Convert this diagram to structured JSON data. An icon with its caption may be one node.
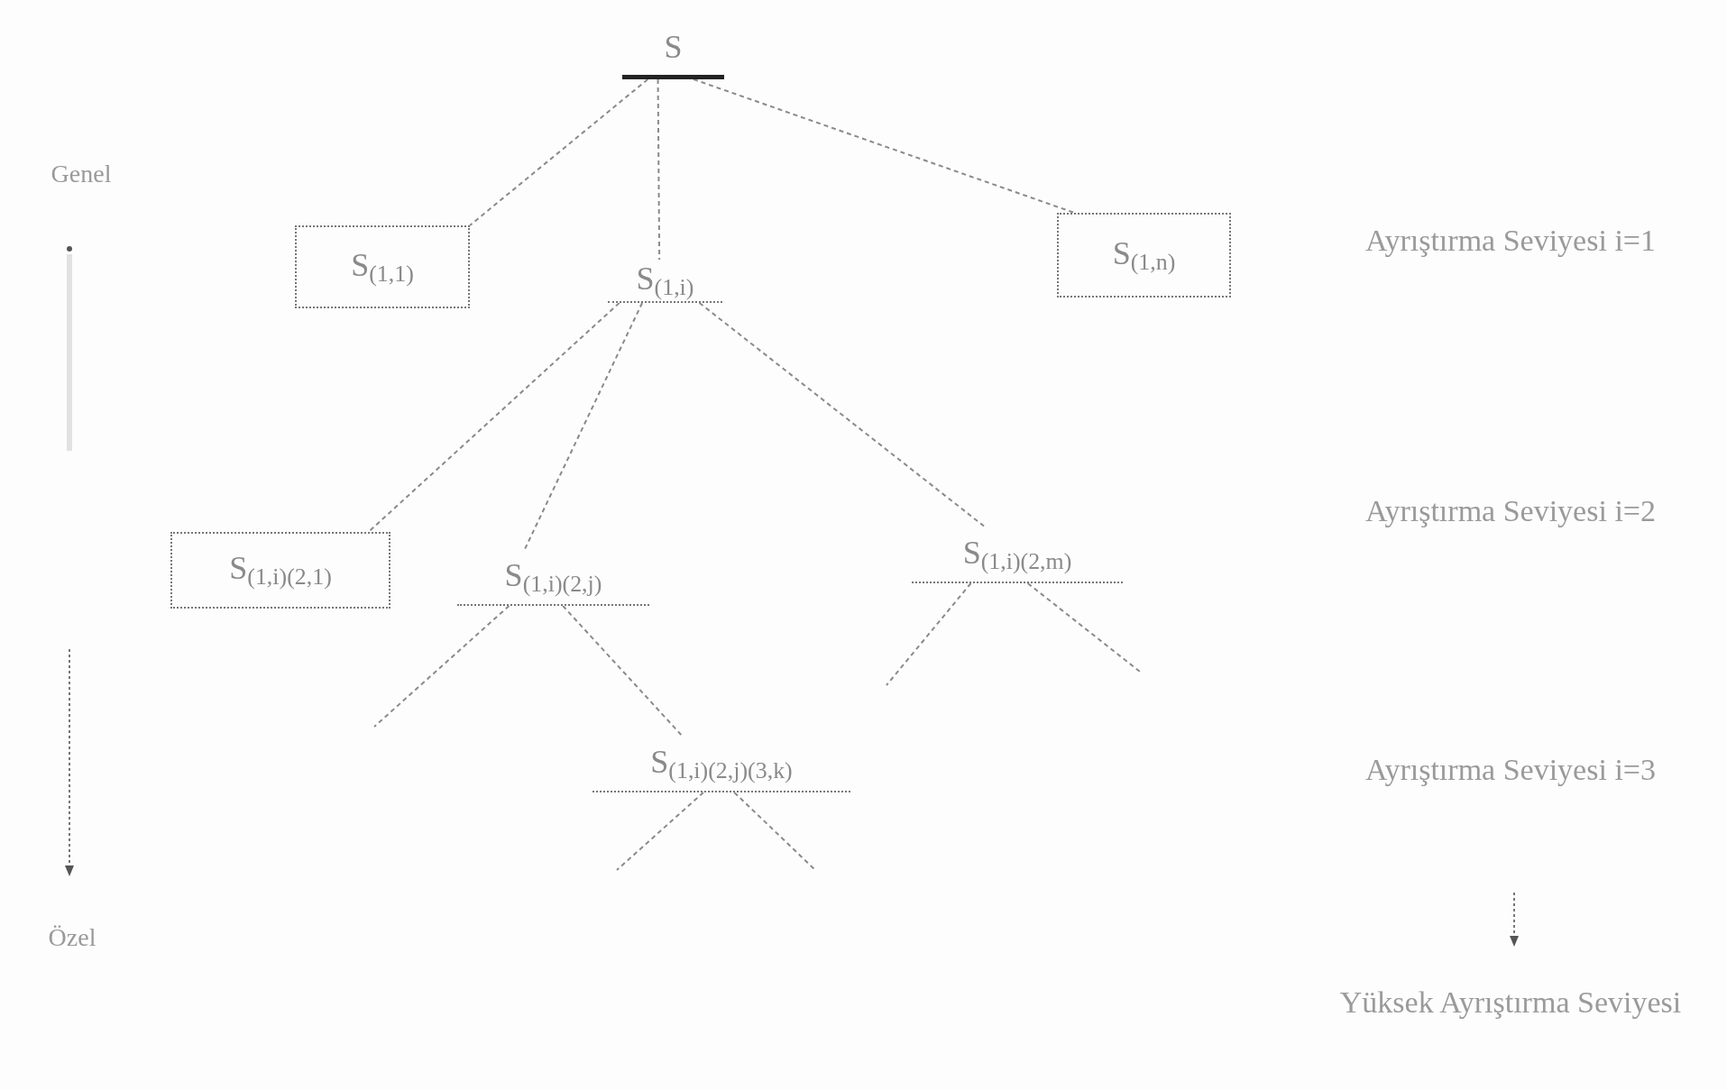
{
  "diagram": {
    "nodes": [
      {
        "text": [
          "S"
        ]
      },
      {
        "text": [
          "S$_{(1,1)}$"
        ]
      },
      {
        "text": [
          "S$_{(1,i)}$"
        ]
      },
      {
        "text": [
          "S$_{(1,n)}$"
        ]
      },
      {
        "text": [
          "S$_{(1,i)(2,1)}$"
        ]
      },
      {
        "text": [
          "S$_{(1,i)(2,j)}$"
        ]
      },
      {
        "text": [
          "S$_{(1,i)(2,m)}$"
        ]
      },
      {
        "text": [
          "S$_{(1,i)(2,j)(3,k)}$"
        ]
      }
    ],
    "edges": [
      {
        "from": 0,
        "to": 1,
        "arrow": "none",
        "style": "dashed"
      },
      {
        "from": 0,
        "to": 2,
        "arrow": "none",
        "style": "dashed"
      },
      {
        "from": 0,
        "to": 3,
        "arrow": "none",
        "style": "dashed"
      },
      {
        "from": 2,
        "to": 4,
        "arrow": "none",
        "style": "dashed"
      },
      {
        "from": 2,
        "to": 5,
        "arrow": "none",
        "style": "dashed"
      },
      {
        "from": 2,
        "to": 6,
        "arrow": "none",
        "style": "dashed"
      },
      {
        "from": 5,
        "to": null,
        "arrow": "none",
        "style": "dashed"
      },
      {
        "from": 5,
        "to": 7,
        "arrow": "none",
        "style": "dashed"
      },
      {
        "from": 6,
        "to": null,
        "arrow": "none",
        "style": "dashed"
      },
      {
        "from": 6,
        "to": null,
        "arrow": "none",
        "style": "dashed"
      },
      {
        "from": 7,
        "to": null,
        "arrow": "none",
        "style": "dashed"
      },
      {
        "from": 7,
        "to": null,
        "arrow": "none",
        "style": "dashed"
      }
    ],
    "labels": [
      "Genel",
      "Ayrıştırma Seviyesi i=1",
      "Ayrıştırma Seviyesi i=2",
      "Ayrıştırma Seviyesi i=3",
      "Özel",
      "Yüksek Ayrıştırma Seviyesi"
    ]
  }
}
